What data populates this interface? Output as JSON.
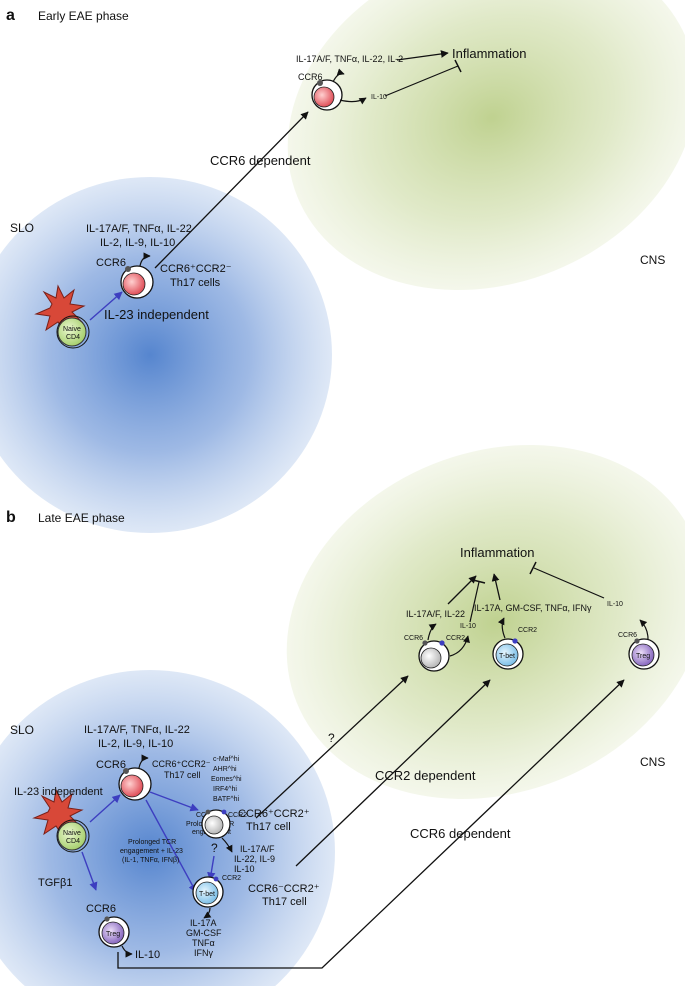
{
  "panel_a": {
    "letter": "a",
    "title": "Early EAE phase",
    "slo_label": "SLO",
    "cns_label": "CNS",
    "inflammation": "Inflammation",
    "cns_cytokines": "IL-17A/F, TNFα, IL-22, IL-2",
    "cns_ccr6": "CCR6",
    "cns_il10": "IL-10",
    "migration_label": "CCR6 dependent",
    "slo_cytokines_line1": "IL-17A/F, TNFα, IL-22",
    "slo_cytokines_line2": "IL-2, IL-9, IL-10",
    "slo_ccr6": "CCR6",
    "th17_line1": "CCR6⁺CCR2⁻",
    "th17_line2": "Th17 cells",
    "naive_line1": "Naive",
    "naive_line2": "CD4",
    "il23": "IL-23 independent"
  },
  "panel_b": {
    "letter": "b",
    "title": "Late EAE phase",
    "slo_label": "SLO",
    "cns_label": "CNS",
    "inflammation": "Inflammation",
    "cns_cyt1": "IL-17A/F, IL-22",
    "cns_cyt2": "IL-17A, GM-CSF, TNFα, IFNγ",
    "cns_il10_a": "IL-10",
    "cns_il10_b": "IL-10",
    "cns_ccr6_a": "CCR6",
    "cns_ccr2_a": "CCR2",
    "cns_ccr2_b": "CCR2",
    "cns_ccr6_c": "CCR6",
    "cns_tbet": "T-bet",
    "cns_treg": "Treg",
    "q1": "?",
    "q2": "?",
    "ccr2_dependent": "CCR2 dependent",
    "ccr6_dependent": "CCR6 dependent",
    "slo_cyt_line1": "IL-17A/F, TNFα, IL-22",
    "slo_cyt_line2": "IL-2, IL-9, IL-10",
    "slo_ccr6": "CCR6",
    "th17a_line1": "CCR6⁺CCR2⁻",
    "th17a_line2": "Th17 cell",
    "tf_list": [
      "c-Maf^hi",
      "AHR^hi",
      "Eomes^hi",
      "IRF4^hi",
      "BATF^hi"
    ],
    "prolonged_tcr_1": "Prolonged TCR",
    "prolonged_tcr_2": "engagement",
    "mid_ccr6": "CCR6",
    "mid_ccr2": "CCR2",
    "th17b_line1": "CCR6⁺CCR2⁺",
    "th17b_line2": "Th17 cell",
    "mid_cyt_line1": "IL-17A/F",
    "mid_cyt_line2": "IL-22, IL-9",
    "mid_cyt_line3": "IL-10",
    "prolonged2_line1": "Prolonged TCR",
    "prolonged2_line2": "engagement + IL-23",
    "prolonged2_line3": "(IL-1, TNFα, IFNβ)",
    "tbet": "T-bet",
    "low_ccr2": "CCR2",
    "th17c_line1": "CCR6⁻CCR2⁺",
    "th17c_line2": "Th17 cell",
    "tbet_cyt": [
      "IL-17A",
      "GM-CSF",
      "TNFα",
      "IFNγ"
    ],
    "il23": "IL-23 independent",
    "naive_line1": "Naive",
    "naive_line2": "CD4",
    "tgfb": "TGFβ1",
    "treg_ccr6": "CCR6",
    "treg": "Treg",
    "treg_il10": "IL-10"
  },
  "colors": {
    "slo_blue": "#4d7fcc",
    "cns_green": "#a8c070",
    "th17_red": "#e0505a",
    "naive_green": "#a8d070",
    "tbet_blue": "#7ec0e8",
    "treg_purple": "#8868c0",
    "dc_red": "#d84838",
    "arrow_blue": "#3d3ec0"
  }
}
